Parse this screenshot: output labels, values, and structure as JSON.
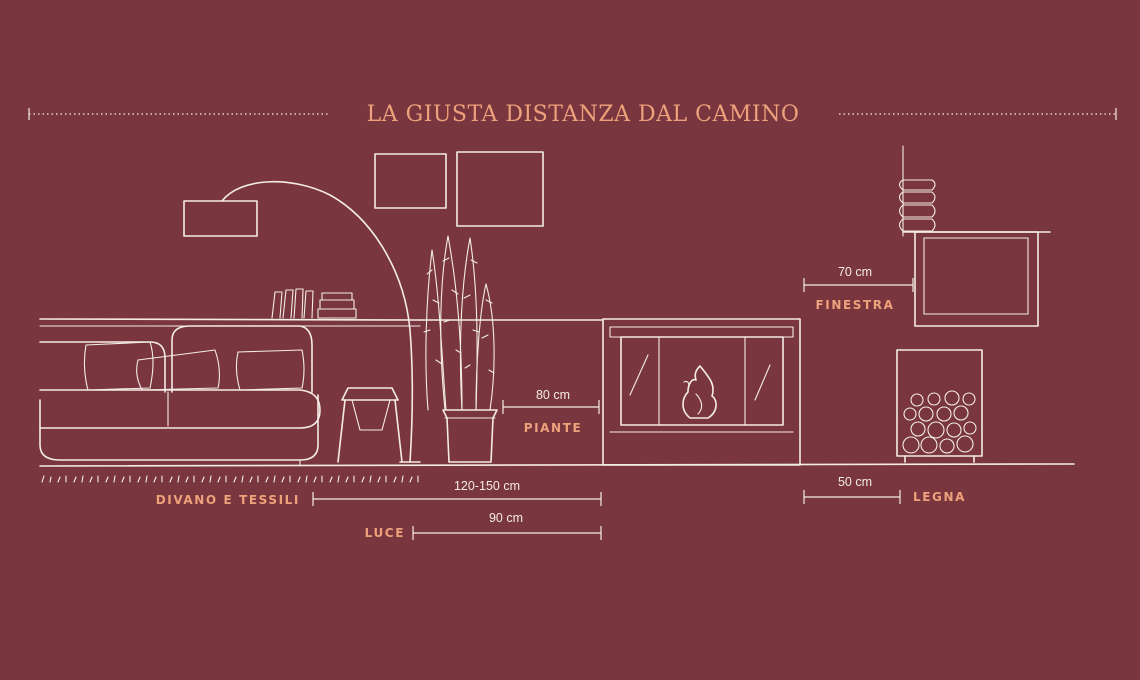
{
  "title": "LA GIUSTA DISTANZA DAL CAMINO",
  "labels": {
    "divano": "DIVANO E TESSILI",
    "luce": "LUCE",
    "piante": "PIANTE",
    "finestra": "FINESTRA",
    "legna": "LEGNA"
  },
  "measures": {
    "divano": "120-150 cm",
    "luce": "90 cm",
    "piante": "80 cm",
    "finestra": "70 cm",
    "legna": "50 cm"
  },
  "colors": {
    "background": "#7a363e",
    "accent": "#eea27c",
    "line": "#f3ece6"
  }
}
